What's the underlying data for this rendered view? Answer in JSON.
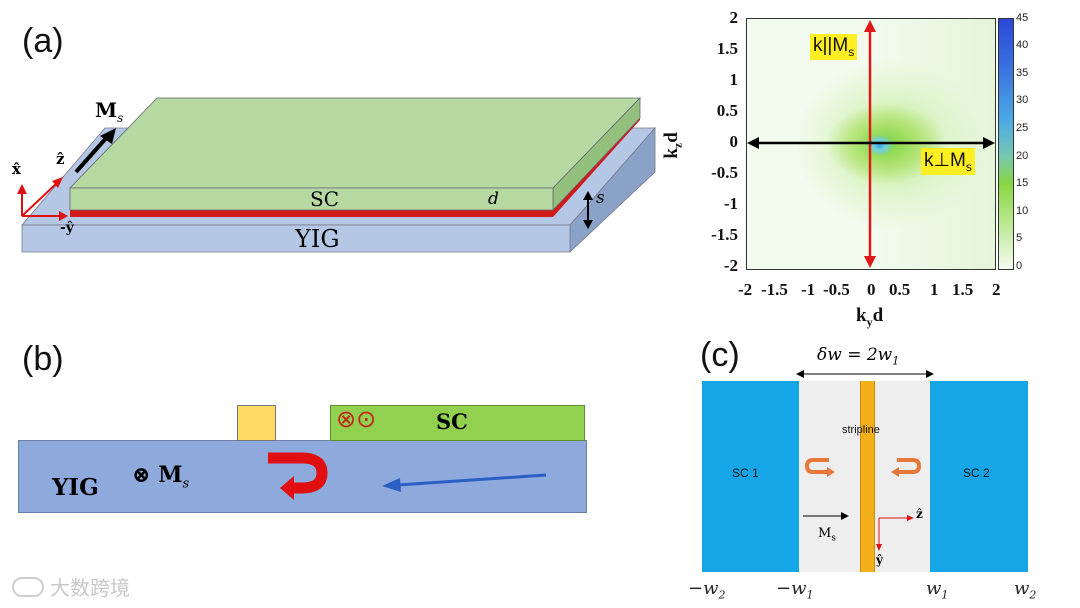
{
  "panel_a": {
    "label": "(a)",
    "sc_label": "SC",
    "yig_label": "YIG",
    "d_label": "d",
    "s_label": "s",
    "ms_label": "M",
    "ms_sub": "s",
    "axis_x": "x̂",
    "axis_z": "ẑ",
    "axis_y": "-ŷ"
  },
  "panel_b": {
    "label": "(b)",
    "sc_label": "SC",
    "yig_label": "YIG",
    "symbols": "⊗⊙",
    "ms_text": "⊗ M",
    "ms_sub": "s"
  },
  "panel_c": {
    "label": "(c)",
    "delta_w": "δw = 2w",
    "delta_w_sub": "1",
    "sc1": "SC 1",
    "sc2": "SC 2",
    "stripline": "stripline",
    "ms": "M",
    "ms_sub": "s",
    "axis_z": "ẑ",
    "axis_y": "ŷ",
    "bottom_ticks": [
      "−w",
      "−w",
      "w",
      "w"
    ],
    "bottom_subs": [
      "2",
      "1",
      "1",
      "2"
    ]
  },
  "colormap": {
    "ylabel_main": "k",
    "ylabel_sub": "z",
    "ylabel_tail": "d",
    "xlabel_main": "k",
    "xlabel_sub": "y",
    "xlabel_tail": "d",
    "x_ticks": [
      "-2",
      "-1.5",
      "-1",
      "-0.5",
      "0",
      "0.5",
      "1",
      "1.5",
      "2"
    ],
    "y_ticks": [
      "2",
      "1.5",
      "1",
      "0.5",
      "0",
      "-0.5",
      "-1",
      "-1.5",
      "-2"
    ],
    "colorbar_ticks": [
      "45",
      "40",
      "35",
      "30",
      "25",
      "20",
      "15",
      "10",
      "5",
      "0"
    ],
    "label_parallel": "k||M",
    "label_parallel_sub": "s",
    "label_perp": "k⊥M",
    "label_perp_sub": "s"
  },
  "watermark": "大数跨境",
  "colors": {
    "sc_green": "#b5d9a0",
    "yig_blue": "#b4c8e6",
    "red_layer": "#d11a1a",
    "panel_b_yig": "#8ea9dc",
    "panel_b_sc": "#92d050",
    "sc_cyan": "#16a5e6",
    "stripline": "#f3b01b"
  }
}
